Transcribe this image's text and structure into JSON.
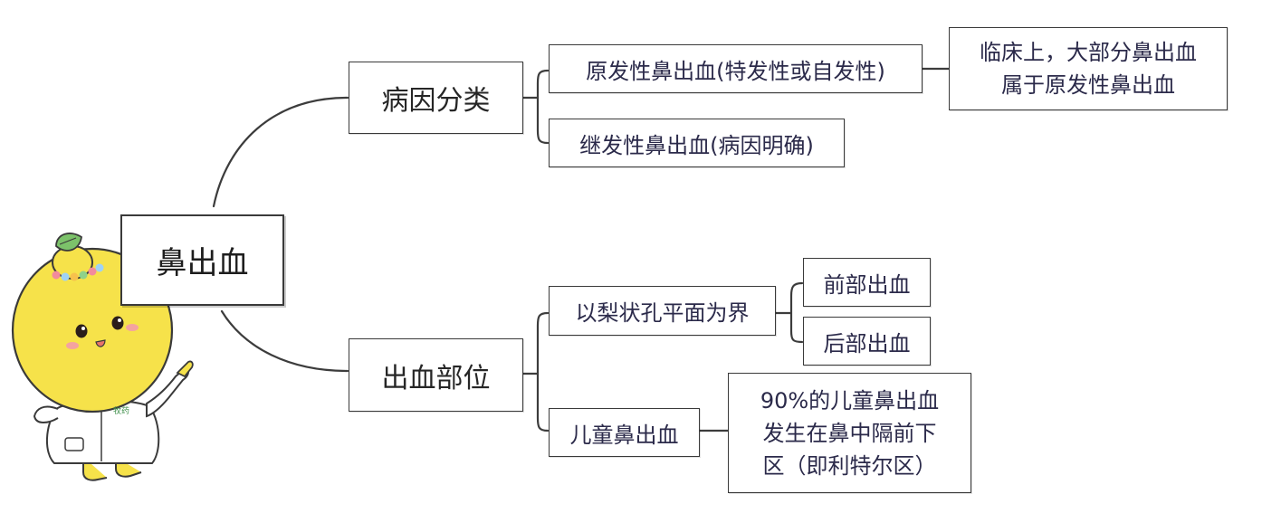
{
  "mindmap": {
    "root": "鼻出血",
    "branches": [
      {
        "label": "病因分类",
        "children": [
          {
            "label": "原发性鼻出血(特发性或自发性)",
            "note": [
              "临床上，大部分鼻出血",
              "属于原发性鼻出血"
            ]
          },
          {
            "label": "继发性鼻出血(病因明确)"
          }
        ]
      },
      {
        "label": "出血部位",
        "children": [
          {
            "label": "以梨状孔平面为界",
            "children": [
              "前部出血",
              "后部出血"
            ]
          },
          {
            "label": "儿童鼻出血",
            "note": [
              "90%的儿童鼻出血",
              "发生在鼻中隔前下",
              "区（即利特尔区）"
            ]
          }
        ]
      }
    ]
  },
  "mascot": {
    "badge": "牧药",
    "colors": {
      "body": "#f6e24a",
      "outline": "#3a3a3a",
      "leaf": "#7cc26a",
      "coat": "#ffffff",
      "cheek": "#f4a3a0"
    }
  },
  "colors": {
    "line": "#3c3c3c",
    "text": "#2b2a4a",
    "background": "#ffffff"
  }
}
